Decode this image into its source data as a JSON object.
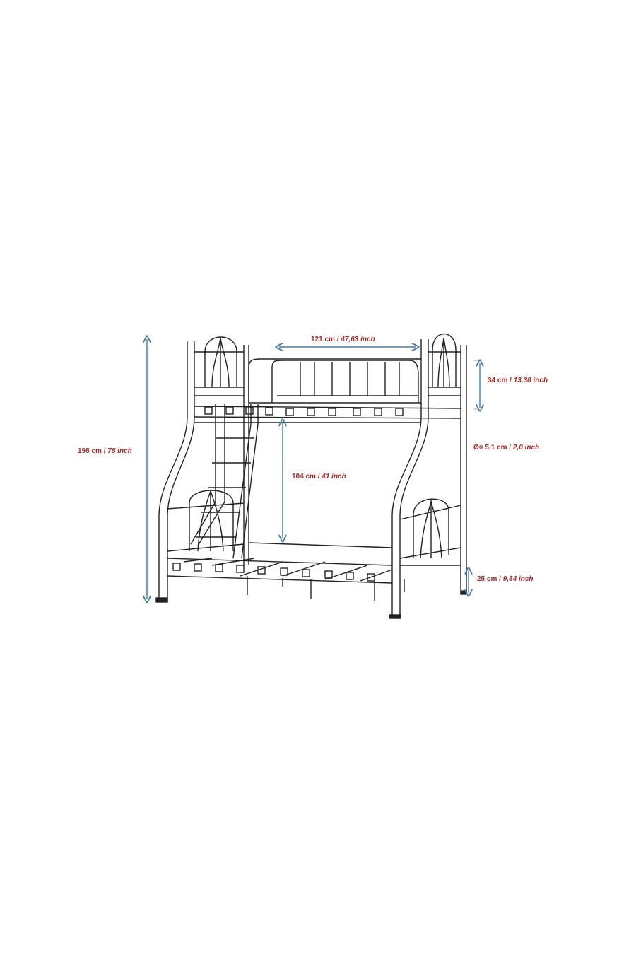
{
  "colors": {
    "arrow": "#4a7aa6",
    "label": "#a52a2a",
    "line": "#222222"
  },
  "dimensions": {
    "total_height": {
      "cm": "198 cm /",
      "inch": "78 inch"
    },
    "top_width": {
      "cm": "121 cm /",
      "inch": "47,63 inch"
    },
    "rail_height": {
      "cm": "34 cm /",
      "inch": "13,38 inch"
    },
    "tube_diameter": {
      "cm": "Ø= 5,1 cm /",
      "inch": "2,0 inch"
    },
    "bunk_clearance": {
      "cm": "104 cm /",
      "inch": "41 inch"
    },
    "floor_clearance": {
      "cm": "25 cm /",
      "inch": "9,84 inch"
    }
  }
}
